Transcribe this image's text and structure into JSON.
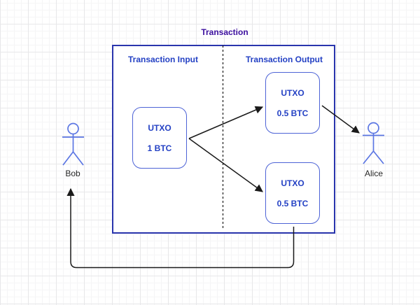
{
  "diagram": {
    "title": "Transaction",
    "sections": {
      "input_label": "Transaction Input",
      "output_label": "Transaction Output"
    },
    "nodes": {
      "input_utxo": {
        "title": "UTXO",
        "amount": "1 BTC"
      },
      "output_utxo_top": {
        "title": "UTXO",
        "amount": "0.5 BTC"
      },
      "output_utxo_bottom": {
        "title": "UTXO",
        "amount": "0.5 BTC"
      }
    },
    "actors": {
      "bob": {
        "label": "Bob"
      },
      "alice": {
        "label": "Alice"
      }
    },
    "colors": {
      "title_text": "#3b0e9e",
      "blue_text": "#2441c4",
      "node_border": "#4d63d6",
      "container_border": "#2a35ad",
      "actor_stroke": "#5b76e3",
      "connector": "#1a1a1a",
      "grid_minor": "#f5f5f6",
      "grid_major": "#e7e7e9"
    }
  }
}
